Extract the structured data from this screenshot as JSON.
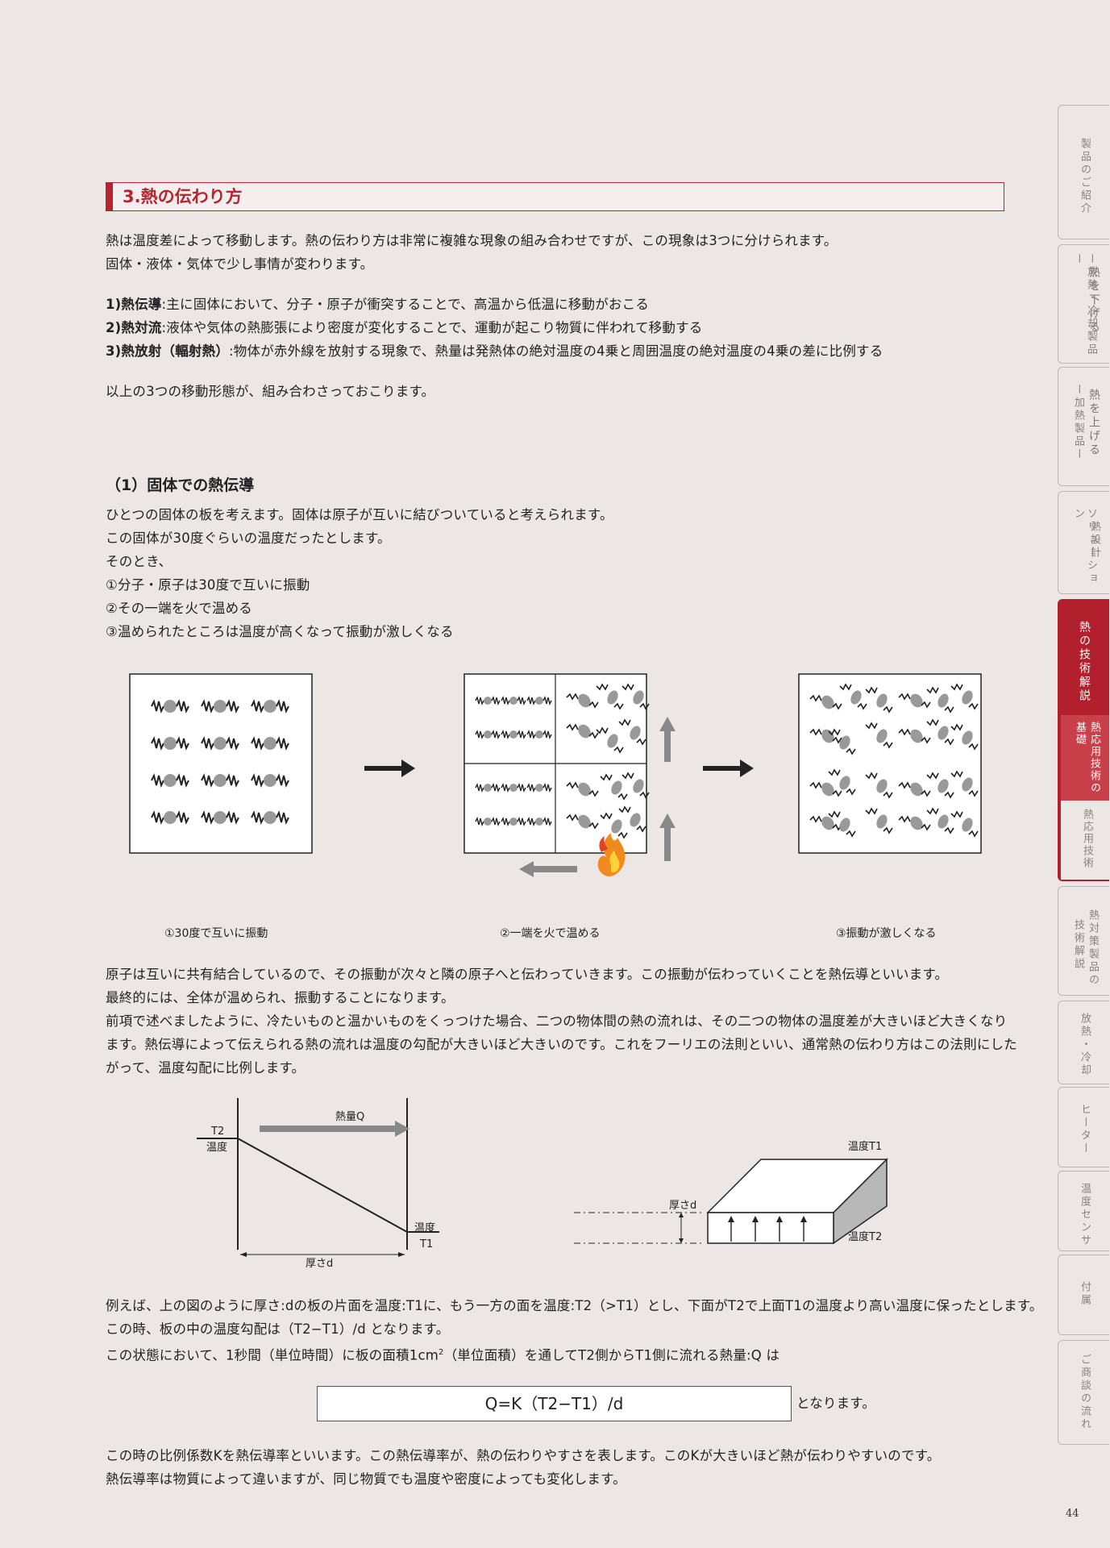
{
  "section": {
    "title": "3.熱の伝わり方"
  },
  "intro": {
    "lines": [
      "熱は温度差によって移動します。熱の伝わり方は非常に複雑な現象の組み合わせですが、この現象は3つに分けられます。",
      "固体・液体・気体で少し事情が変わります。"
    ]
  },
  "modes": [
    {
      "label": "1)熱伝導",
      "text": ":主に固体において、分子・原子が衝突することで、高温から低温に移動がおこる"
    },
    {
      "label": "2)熱対流",
      "text": ":液体や気体の熱膨張により密度が変化することで、運動が起こり物質に伴われて移動する"
    },
    {
      "label": "3)熱放射（輻射熱）",
      "text": ":物体が赤外線を放射する現象で、熱量は発熱体の絶対温度の4乗と周囲温度の絶対温度の4乗の差に比例する"
    }
  ],
  "combined": "以上の3つの移動形態が、組み合わさっておこります。",
  "subsection": {
    "title": "（1）固体での熱伝導",
    "lines": [
      "ひとつの固体の板を考えます。固体は原子が互いに結びついていると考えられます。",
      "この固体が30度ぐらいの温度だったとします。",
      "そのとき、",
      "①分子・原子は30度で互いに振動",
      "②その一端を火で温める",
      "③温められたところは温度が高くなって振動が激しくなる"
    ]
  },
  "figure1": {
    "captions": [
      "①30度で互いに振動",
      "②一端を火で温める",
      "③振動が激しくなる"
    ],
    "icons": [
      "arrow-right",
      "arrow-up",
      "arrow-left",
      "flame"
    ]
  },
  "explanation": {
    "lines": [
      "原子は互いに共有結合しているので、その振動が次々と隣の原子へと伝わっていきます。この振動が伝わっていくことを熱伝導といいます。",
      "最終的には、全体が温められ、振動することになります。",
      "前項で述べましたように、冷たいものと温かいものをくっつけた場合、二つの物体間の熱の流れは、その二つの物体の温度差が大きいほど大きくなり",
      "ます。熱伝導によって伝えられる熱の流れは温度の勾配が大きいほど大きいのです。これをフーリエの法則といい、通常熱の伝わり方はこの法則にした",
      "がって、温度勾配に比例します。"
    ]
  },
  "figure2": {
    "heat": "熱量Q",
    "t2": "T2",
    "temp_left": "温度",
    "temp_right": "温度",
    "t1": "T1",
    "thickness": "厚さd",
    "temp_t1": "温度T1",
    "temp_t2": "温度T2"
  },
  "example": {
    "line1": "例えば、上の図のように厚さ:dの板の片面を温度:T1に、もう一方の面を温度:T2（>T1）とし、下面がT2で上面T1の温度より高い温度に保ったとします。",
    "line2": "この時、板の中の温度勾配は（T2−T1）/d となります。",
    "line3_a": "この状態において、1秒間（単位時間）に板の面積1cm",
    "line3_sup": "2",
    "line3_b": "（単位面積）を通してT2側からT1側に流れる熱量:Q は"
  },
  "formula": {
    "text": "Q=K（T2−T1）/d",
    "suffix": "となります。"
  },
  "conclusion": {
    "lines": [
      "この時の比例係数Kを熱伝導率といいます。この熱伝導率が、熱の伝わりやすさを表します。このKが大きいほど熱が伝わりやすいのです。",
      "熱伝導率は物質によって違いますが、同じ物質でも温度や密度によっても変化します。"
    ]
  },
  "sidebar": {
    "tabs": [
      {
        "label": "製品のご紹介"
      },
      {
        "label": "熱を下げる",
        "sub": "ー放熱・冷却製品ー"
      },
      {
        "label": "熱を上げる",
        "sub": "ー加熱製品ー"
      },
      {
        "label": "熱設計",
        "sub": "ソリューション"
      },
      {
        "label": "熱の技術解説"
      },
      {
        "label": "熱応用技術の",
        "sub": "基礎"
      },
      {
        "label": "熱応用技術"
      },
      {
        "label": "熱対策製品の",
        "sub": "技術解説"
      },
      {
        "label": "放熱・冷却"
      },
      {
        "label": "ヒーター"
      },
      {
        "label": "温度センサ"
      },
      {
        "label": "付属"
      },
      {
        "label": "ご商談の流れ"
      }
    ]
  },
  "page_number": "44",
  "colors": {
    "accent": "#b52530",
    "tab_active": "#b21f2d",
    "background": "#ece6e5"
  }
}
